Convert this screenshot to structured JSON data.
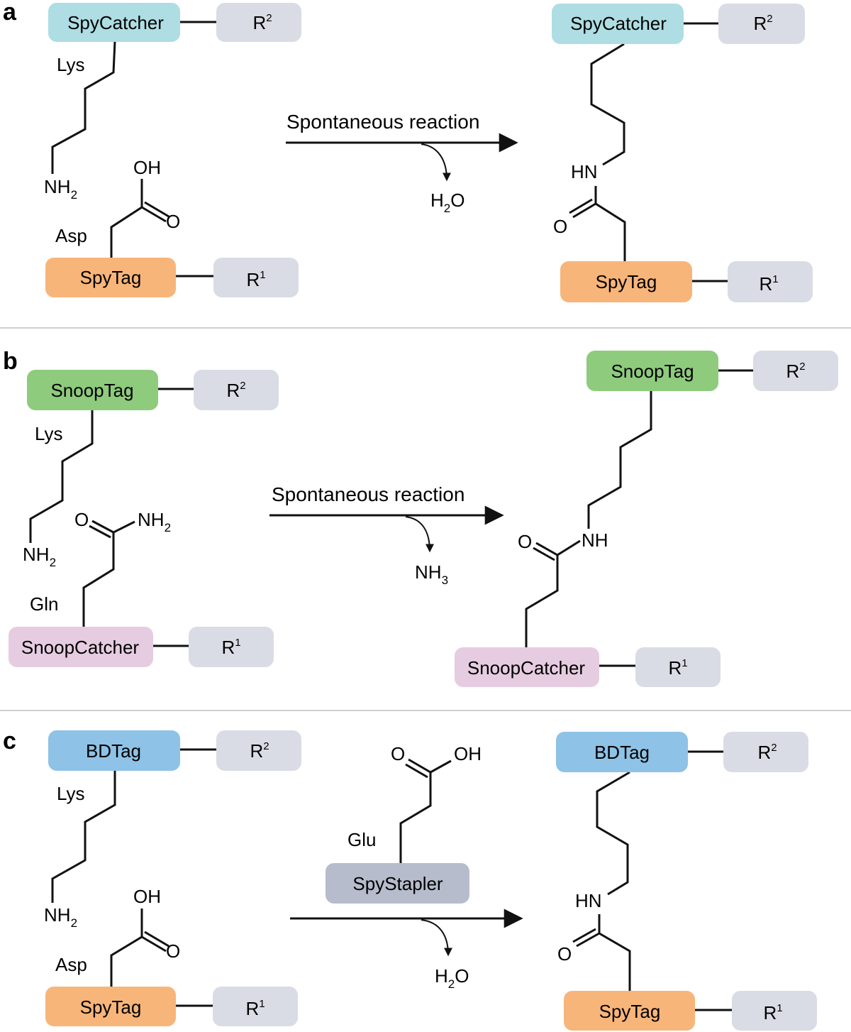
{
  "colors": {
    "spycatcher": "#aedde3",
    "spytag": "#f8b57a",
    "snooptag": "#8ecb7d",
    "snoopcatcher": "#e6cce1",
    "bdtag": "#8ec2e6",
    "spystapler": "#b6bccc",
    "r_box": "#d9dce4",
    "line": "#111111",
    "divider": "#bfbfbf"
  },
  "panel_a": {
    "letter": "a",
    "left": {
      "catcher": "SpyCatcher",
      "r2": "R",
      "r2_sup": "2",
      "lys": "Lys",
      "nh2": "NH",
      "nh2_sub": "2",
      "oh": "OH",
      "o": "O",
      "asp": "Asp",
      "tag": "SpyTag",
      "r1": "R",
      "r1_sup": "1"
    },
    "arrow": {
      "label": "Spontaneous reaction",
      "byproduct": "H",
      "byproduct_sub": "2",
      "byproduct_end": "O"
    },
    "right": {
      "catcher": "SpyCatcher",
      "r2": "R",
      "r2_sup": "2",
      "hn": "HN",
      "o": "O",
      "tag": "SpyTag",
      "r1": "R",
      "r1_sup": "1"
    }
  },
  "panel_b": {
    "letter": "b",
    "left": {
      "tag": "SnoopTag",
      "r2": "R",
      "r2_sup": "2",
      "lys": "Lys",
      "nh2": "NH",
      "nh2_sub": "2",
      "o": "O",
      "amide_nh2": "NH",
      "amide_nh2_sub": "2",
      "gln": "Gln",
      "catcher": "SnoopCatcher",
      "r1": "R",
      "r1_sup": "1"
    },
    "arrow": {
      "label": "Spontaneous reaction",
      "byproduct": "NH",
      "byproduct_sub": "3"
    },
    "right": {
      "tag": "SnoopTag",
      "r2": "R",
      "r2_sup": "2",
      "o": "O",
      "nh": "NH",
      "catcher": "SnoopCatcher",
      "r1": "R",
      "r1_sup": "1"
    }
  },
  "panel_c": {
    "letter": "c",
    "left": {
      "bdtag": "BDTag",
      "r2": "R",
      "r2_sup": "2",
      "lys": "Lys",
      "nh2": "NH",
      "nh2_sub": "2",
      "oh": "OH",
      "o": "O",
      "asp": "Asp",
      "tag": "SpyTag",
      "r1": "R",
      "r1_sup": "1"
    },
    "middle": {
      "o": "O",
      "oh": "OH",
      "glu": "Glu",
      "stapler": "SpyStapler"
    },
    "arrow": {
      "byproduct": "H",
      "byproduct_sub": "2",
      "byproduct_end": "O"
    },
    "right": {
      "bdtag": "BDTag",
      "r2": "R",
      "r2_sup": "2",
      "hn": "HN",
      "o": "O",
      "tag": "SpyTag",
      "r1": "R",
      "r1_sup": "1"
    }
  }
}
